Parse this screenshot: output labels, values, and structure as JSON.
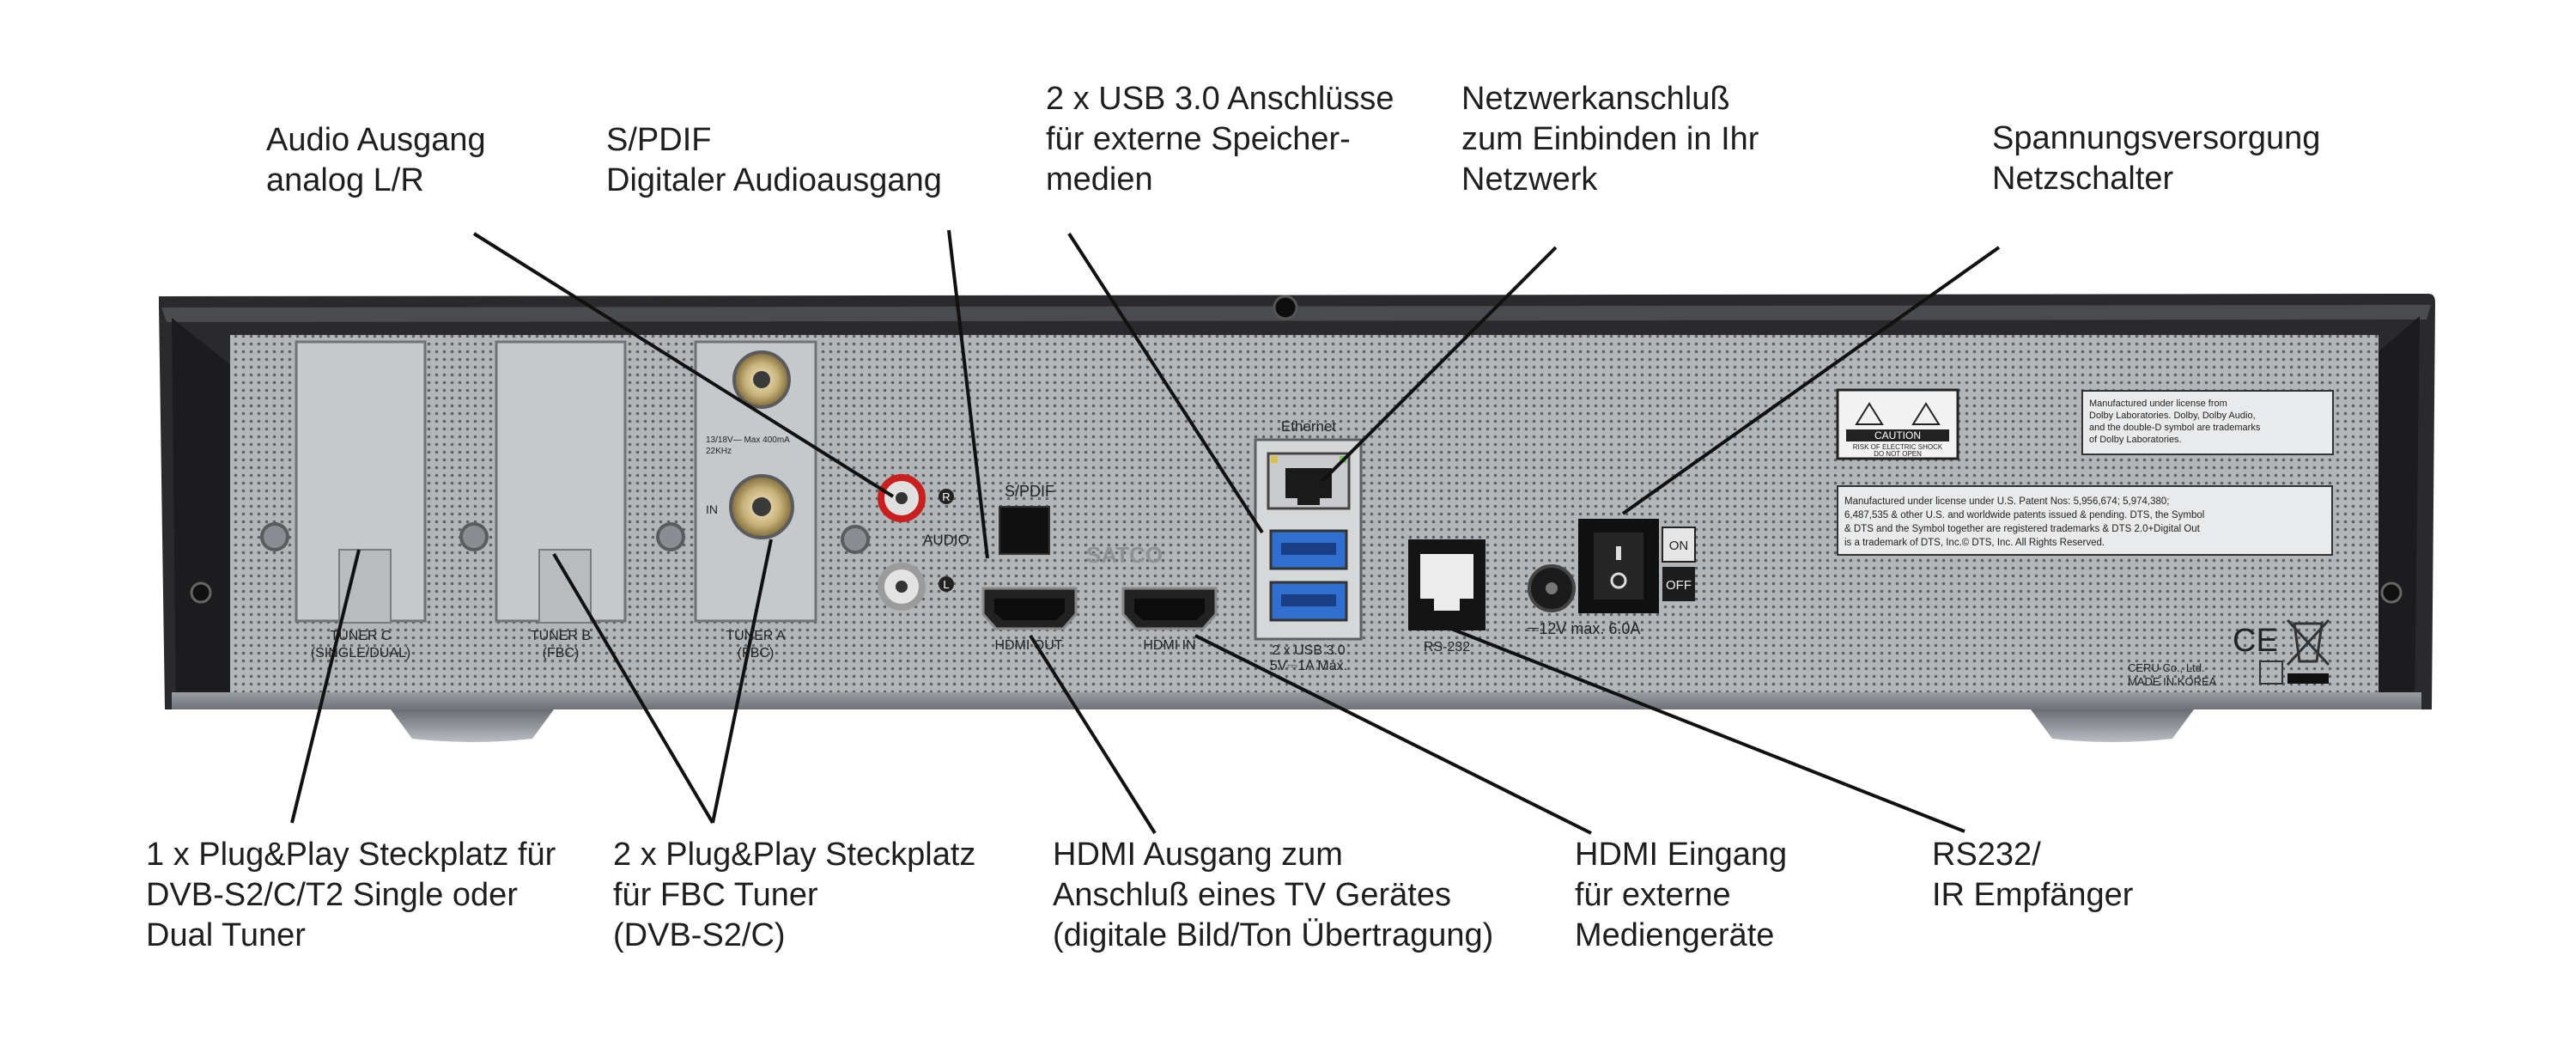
{
  "callouts": {
    "audio": {
      "lines": [
        "Audio Ausgang",
        "analog L/R"
      ]
    },
    "spdif": {
      "lines": [
        "S/PDIF",
        "Digitaler Audioausgang"
      ]
    },
    "usb": {
      "lines": [
        "2 x USB 3.0 Anschlüsse",
        "für externe Speicher-",
        "medien"
      ]
    },
    "network": {
      "lines": [
        "Netzwerkanschluß",
        "zum Einbinden in Ihr",
        "Netzwerk"
      ]
    },
    "power": {
      "lines": [
        "Spannungsversorgung",
        "Netzschalter"
      ]
    },
    "tuner_single": {
      "lines": [
        "1 x Plug&Play Steckplatz für",
        "DVB-S2/C/T2 Single oder",
        "Dual Tuner"
      ]
    },
    "tuner_fbc": {
      "lines": [
        "2 x Plug&Play Steckplatz",
        "für FBC Tuner",
        "(DVB-S2/C)"
      ]
    },
    "hdmi_out": {
      "lines": [
        "HDMI Ausgang zum",
        "Anschluß eines TV Gerätes",
        "(digitale Bild/Ton Übertragung)"
      ]
    },
    "hdmi_in": {
      "lines": [
        "HDMI Eingang",
        "für externe",
        "Mediengeräte"
      ]
    },
    "rs232": {
      "lines": [
        "RS232/",
        "IR Empfänger"
      ]
    }
  },
  "device": {
    "tuner_c": [
      "TUNER C",
      "(SINGLE/DUAL)"
    ],
    "tuner_b": [
      "TUNER B",
      "(FBC)"
    ],
    "tuner_a": [
      "TUNER A",
      "(FBC)"
    ],
    "lnb_info": [
      "13/18V— Max 400mA",
      "22KHz"
    ],
    "lnb_in": "IN",
    "audio_label": "AUDIO",
    "audio_r": "R",
    "audio_l": "L",
    "spdif_label": "S/PDIF",
    "brand": "SATCO",
    "hdmi_out_label": "HDMI OUT",
    "hdmi_in_label": "HDMI IN",
    "ethernet_label": "Ethernet",
    "usb_label": [
      "2 x USB 3.0",
      "5V⎓1A Max."
    ],
    "rs232_label": "RS-232",
    "power_label": "⎓12V max. 6.0A",
    "on_label": "ON",
    "off_label": "OFF",
    "caution_title": "CAUTION",
    "caution_lines": [
      "RISK OF ELECTRIC SHOCK",
      "DO NOT OPEN"
    ],
    "dolby_text": [
      "Manufactured under license from",
      "Dolby Laboratories. Dolby, Dolby Audio,",
      "and the double-D symbol are trademarks",
      "of Dolby Laboratories."
    ],
    "dts_text": [
      "Manufactured under license under U.S. Patent Nos: 5,956,674; 5,974,380;",
      "6,487,535 & other U.S. and worldwide patents issued & pending. DTS, the Symbol",
      "& DTS and the Symbol together are registered trademarks & DTS 2.0+Digital Out",
      "is a trademark of DTS, Inc.© DTS, Inc. All Rights Reserved."
    ],
    "ce_mark": "CE",
    "maker_lines": [
      "CERU Co., Ltd.",
      "MADE IN KOREA"
    ]
  },
  "colors": {
    "chassis": "#2a2a2c",
    "panel": "#a9acaf",
    "leader": "#111111",
    "usb_blue": "#2f6fd0",
    "rca_red": "#c8201e"
  }
}
